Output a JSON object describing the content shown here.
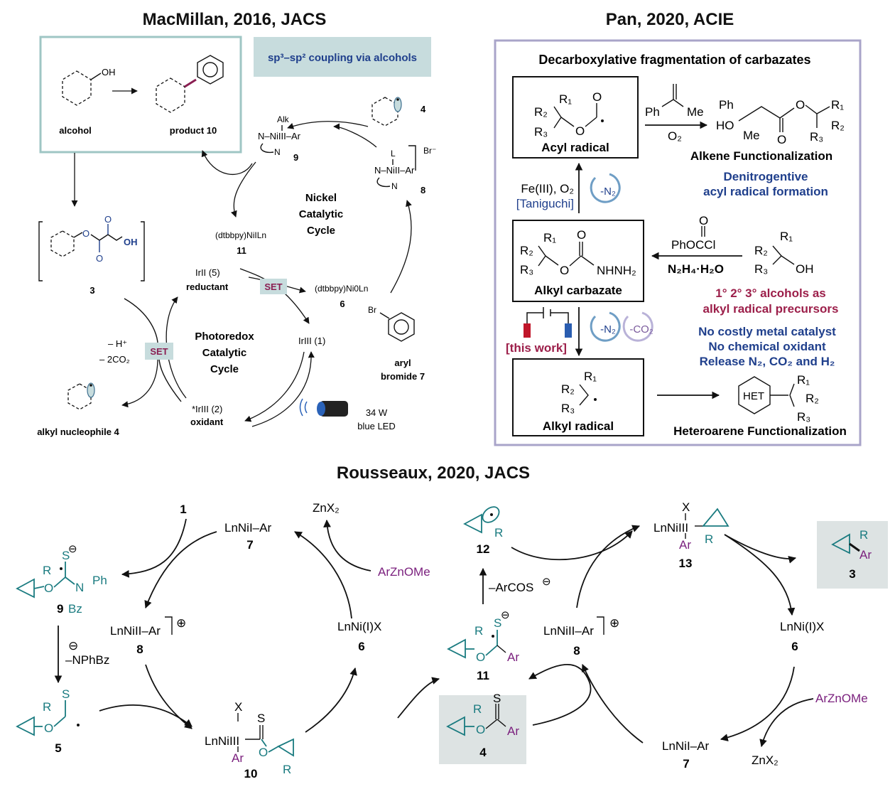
{
  "panels": {
    "macmillan": {
      "title": "MacMillan, 2016, JACS",
      "banner": "sp³–sp² coupling via alcohols",
      "alcohol_label": "alcohol",
      "oh_label": "OH",
      "product_label": "product 10",
      "oxalate_label": "3",
      "oxalate_oh": "OH",
      "alk_label": "Alk",
      "ni3_label": "N–NiIII–Ar",
      "ni3_num": "9",
      "radical_num": "4",
      "ni2_label": "N–NiII–Ar",
      "ni2_L": "L",
      "ni2_br": "Br⁻",
      "ni2_num": "8",
      "n_label": "N",
      "nickel_cycle": [
        "Nickel",
        "Catalytic",
        "Cycle"
      ],
      "ni1_label": "(dtbbpy)NiILn",
      "ni1_num": "11",
      "ni0_label": "(dtbbpy)Ni0Ln",
      "ni0_num": "6",
      "ir2_label": "IrII (5)",
      "ir2_role": "reductant",
      "set_label": "SET",
      "set2_label": "SET",
      "ir3_label": "IrIII (1)",
      "br_label": "Br",
      "aryl_label": [
        "aryl",
        "bromide 7"
      ],
      "minus_h": "– H⁺",
      "minus_co2": "– 2CO₂",
      "photo_cycle": [
        "Photoredox",
        "Catalytic",
        "Cycle"
      ],
      "ir3star_label": "*IrIII (2)",
      "ir3star_role": "oxidant",
      "led_label": [
        "34 W",
        "blue LED"
      ],
      "nucleophile_label": "alkyl nucleophile 4"
    },
    "pan": {
      "title": "Pan, 2020, ACIE",
      "box_title": "Decarboxylative fragmentation of carbazates",
      "acyl_radical": "Acyl radical",
      "alkene_func": "Alkene Functionalization",
      "o2": "O₂",
      "ph": "Ph",
      "me": "Me",
      "ho": "HO",
      "fe_label": "Fe(III), O₂",
      "taniguchi": "[Taniguchi]",
      "n2_badge": "-N₂",
      "denitro": [
        "Denitrogentive",
        "acyl radical formation"
      ],
      "carbazate": "Alkyl carbazate",
      "nhnh2": "NHNH₂",
      "phoccl": "PhOCCl",
      "n2h4": "N₂H₄·H₂O",
      "alcohols_red": [
        "1° 2° 3° alcohols as",
        "alkyl radical precursors"
      ],
      "this_work": "[this work]",
      "co2_badge": "-CO₂",
      "benefits": [
        "No costly metal catalyst",
        "No chemical oxidant",
        "Release N₂, CO₂ and H₂"
      ],
      "alkyl_radical": "Alkyl radical",
      "het": "HET",
      "hetero_func": "Heteroarene Functionalization",
      "r1": "R₁",
      "r2": "R₂",
      "r3": "R₃",
      "o": "O",
      "oh": "OH"
    },
    "rousseaux": {
      "title": "Rousseaux, 2020, JACS",
      "left": {
        "top_num": "1",
        "ni1_label": "LnNiI–Ar",
        "ni1_num": "7",
        "znx2": "ZnX₂",
        "arznome": "ArZnOMe",
        "int9_num": "9",
        "ni2_label": "LnNiII–Ar",
        "ni2_num": "8",
        "nix_label": "LnNi(I)X",
        "nix_num": "6",
        "nphbz": "–NPhBz",
        "int5_num": "5",
        "ni3_label": "LnNiIII",
        "ni3_num": "10"
      },
      "right": {
        "int12_num": "12",
        "arcos": "–ArCOS",
        "ni3_label": "LnNiIII",
        "ni3_num": "13",
        "prod_num": "3",
        "int11_num": "11",
        "ni2_label": "LnNiII–Ar",
        "ni2_num": "8",
        "nix_label": "LnNi(I)X",
        "nix_num": "6",
        "arznome": "ArZnOMe",
        "sm_num": "4",
        "ni1_label": "LnNiI–Ar",
        "ni1_num": "7",
        "znx2": "ZnX₂"
      },
      "atoms": {
        "R": "R",
        "O": "O",
        "S": "S",
        "N": "N",
        "Ph": "Ph",
        "Bz": "Bz",
        "Ar": "Ar",
        "X": "X"
      }
    }
  },
  "colors": {
    "teal": "#1a7b80",
    "purple": "#7a1f7d",
    "navy": "#1f3f8c",
    "wine": "#9c1f4a",
    "banner": "#c7dcdd",
    "frame": "#a9a4c9",
    "grey_box": "#dde3e3"
  }
}
